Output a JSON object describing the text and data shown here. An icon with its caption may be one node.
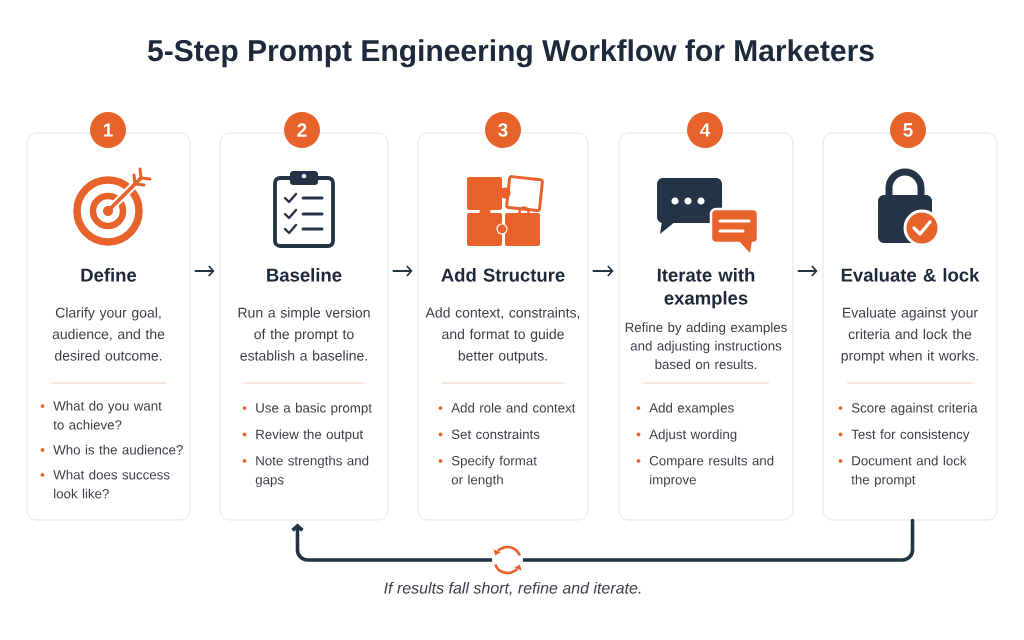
{
  "diagram": {
    "title": "5-Step Prompt Engineering Workflow for Marketers",
    "nodes": [
      {
        "text": [
          "1"
        ]
      },
      {
        "text": [
          "Define",
          "Clarify your goal, audience, and the desired outcome.",
          "What do you want to achieve?",
          "Who is the audience?",
          "What does success look like?"
        ]
      },
      {
        "text": [
          "2"
        ]
      },
      {
        "text": [
          "Baseline",
          "Run a simple version of the prompt to establish a baseline.",
          "Use a basic prompt",
          "Review the output",
          "Note strengths and gaps"
        ]
      },
      {
        "text": [
          "3"
        ]
      },
      {
        "text": [
          "Add Structure",
          "Add context, constraints, and format to guide better outputs.",
          "Add role and context",
          "Set constraints",
          "Specify format or length"
        ]
      },
      {
        "text": [
          "4"
        ]
      },
      {
        "text": [
          "Iterate with examples",
          "Refine by adding examples and adjusting instructions based on results.",
          "Add examples",
          "Adjust wording",
          "Compare results and improve"
        ]
      },
      {
        "text": [
          "5"
        ]
      },
      {
        "text": [
          "Evaluate & lock",
          "Evaluate against your criteria and lock the prompt when it works.",
          "Score against criteria",
          "Test for consistency",
          "Document and lock the prompt"
        ]
      }
    ],
    "edges": [
      {
        "from": 1,
        "to": 3,
        "arrow": "to"
      },
      {
        "from": 3,
        "to": 5,
        "arrow": "to"
      },
      {
        "from": 5,
        "to": 7,
        "arrow": "to"
      },
      {
        "from": 7,
        "to": 9,
        "arrow": "to"
      },
      {
        "from": 9,
        "to": 3,
        "arrow": "to",
        "style": "thick",
        "label": "If results fall short, refine and iterate."
      }
    ]
  }
}
